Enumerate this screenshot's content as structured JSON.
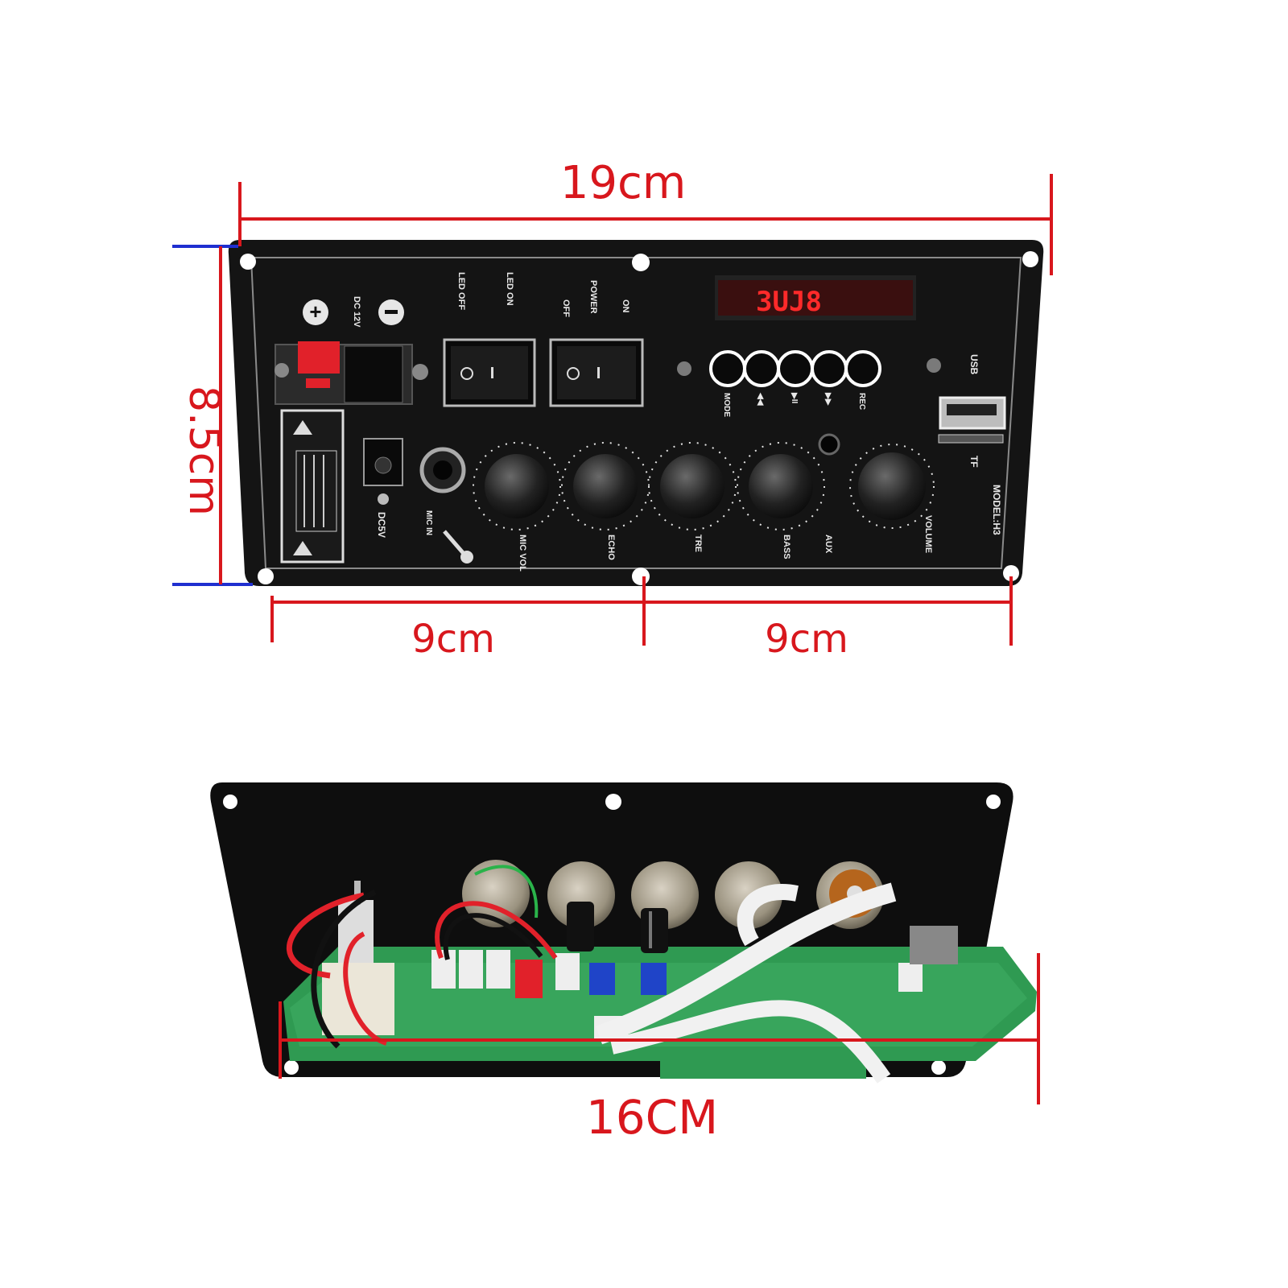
{
  "dimensions": {
    "total_width": "19cm",
    "height": "8.5cm",
    "left_half": "9cm",
    "right_half": "9cm",
    "board_width": "16CM"
  },
  "panel_labels": {
    "dc_12v": "DC 12V",
    "led_off": "LED OFF",
    "led_on": "LED ON",
    "off": "OFF",
    "power": "POWER",
    "on": "ON",
    "usb": "USB",
    "tf": "TF",
    "model": "MODEL:H3",
    "dc5v": "DC5V",
    "mic_in": "MIC IN",
    "display": "3UJ8",
    "buttons": [
      "MODE",
      "◀◀",
      "▶II",
      "▶▶",
      "REC"
    ],
    "knobs": [
      "MIC VOL",
      "ECHO",
      "TRE",
      "BASS",
      "VOLUME"
    ],
    "aux": "AUX"
  },
  "colors": {
    "dimension_red": "#d8171d",
    "dimension_blue": "#1f2fd0",
    "panel_black": "#141414",
    "pcb_green": "#2f9a52",
    "display_red": "#ff2a2a"
  }
}
